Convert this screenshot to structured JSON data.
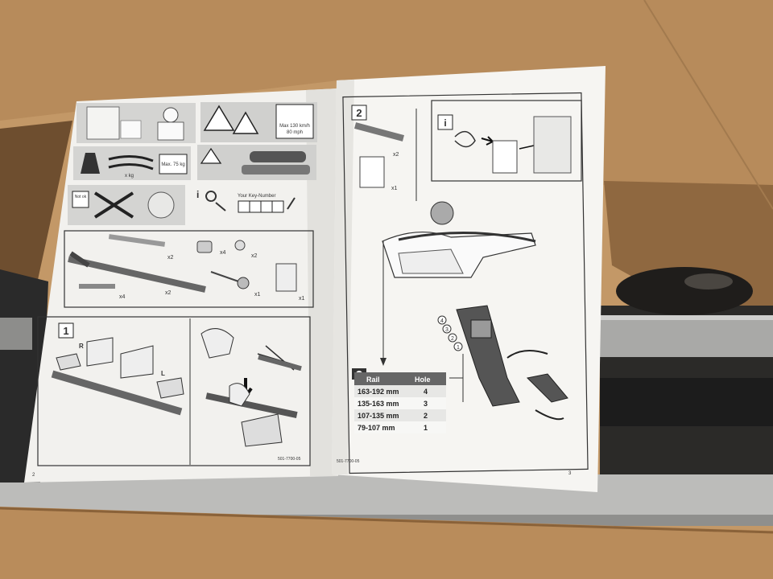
{
  "warning": {
    "max_speed_kmh": "Max 130 km/h",
    "max_speed_mph": "80 mph",
    "max_load": "Max. 75 kg",
    "load_unit": "x kg",
    "not_ok": "Not ok"
  },
  "key": {
    "label": "Your Key-Number"
  },
  "parts": {
    "x2_a": "x2",
    "x4_a": "x4",
    "x2_b": "x2",
    "x4_b": "x4",
    "x2_c": "x2",
    "x1_a": "x1",
    "x1_b": "x1"
  },
  "step1": {
    "number": "1",
    "label_r": "R",
    "label_l": "L"
  },
  "step2": {
    "number": "2",
    "x2": "x2",
    "x1": "x1",
    "info_icon": "i"
  },
  "holes": [
    "4",
    "3",
    "2",
    "1"
  ],
  "rail_table": {
    "headers": [
      "Rail",
      "Hole"
    ],
    "rows": [
      {
        "rail": "163-192 mm",
        "hole": "4"
      },
      {
        "rail": "135-163 mm",
        "hole": "3"
      },
      {
        "rail": "107-135 mm",
        "hole": "2"
      },
      {
        "rail": "79-107 mm",
        "hole": "1"
      }
    ]
  },
  "footer": {
    "page_left": "2",
    "page_right": "3",
    "code_left": "501-7700-05",
    "code_right": "501-7700-05"
  }
}
